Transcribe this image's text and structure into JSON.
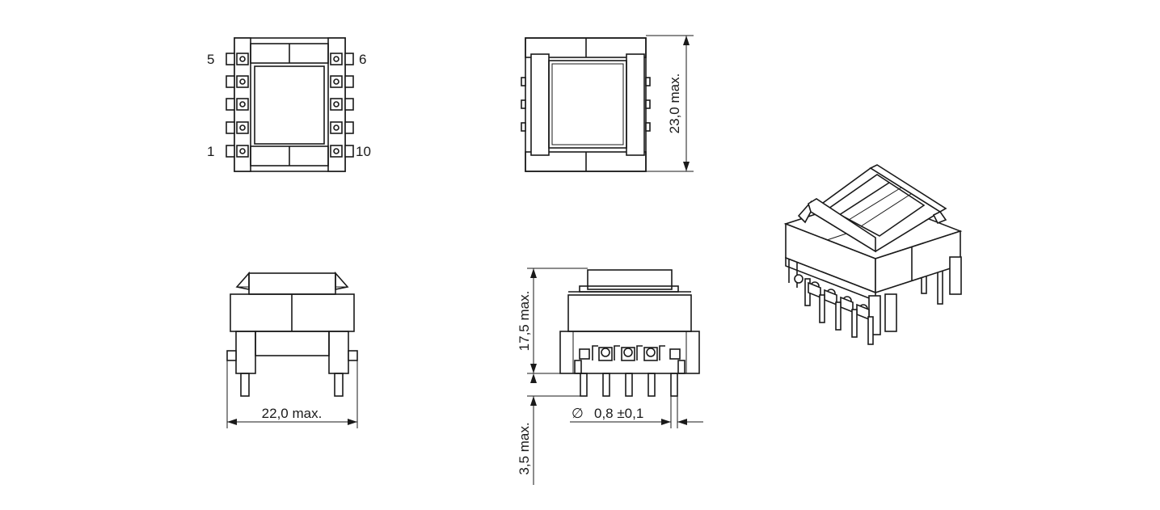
{
  "pin_labels": {
    "top_left": "5",
    "top_right": "6",
    "bottom_left": "1",
    "bottom_right": "10"
  },
  "dimensions": {
    "height_top_view": "23,0 max.",
    "width_front_view": "22,0 max.",
    "height_side_view": "17,5 max.",
    "pin_length": "3,5  max.",
    "pin_diameter_symbol": "∅",
    "pin_diameter": "0,8 ±0,1"
  }
}
